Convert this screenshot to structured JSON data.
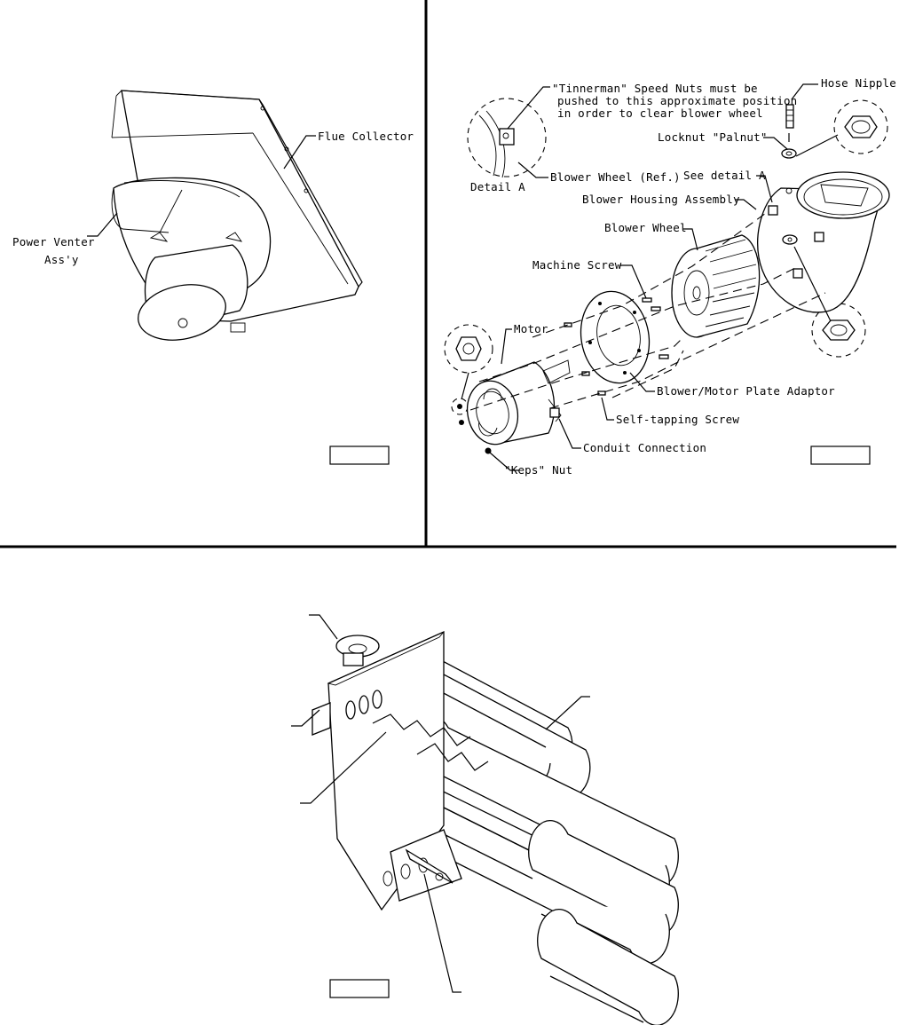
{
  "figure_left": {
    "labels": {
      "flue_collector": "Flue Collector",
      "power_venter_line1": "Power Venter",
      "power_venter_line2": "Ass'y"
    }
  },
  "figure_right": {
    "labels": {
      "tinnerman_line1": "\"Tinnerman\" Speed Nuts must be",
      "tinnerman_line2": "pushed to this approximate position",
      "tinnerman_line3": "in order to clear blower wheel",
      "hose_nipple": "Hose Nipple",
      "locknut": "Locknut \"Palnut\"",
      "blower_wheel_ref": "Blower Wheel (Ref.)",
      "detail_a": "Detail A",
      "see_detail_a": "See detail A",
      "blower_housing": "Blower Housing Assembly",
      "blower_wheel": "Blower Wheel",
      "machine_screw": "Machine Screw",
      "motor": "Motor",
      "plate_adaptor": "Blower/Motor Plate Adaptor",
      "self_tapping": "Self-tapping Screw",
      "conduit": "Conduit Connection",
      "keps_nut": "\"Keps\" Nut"
    }
  }
}
